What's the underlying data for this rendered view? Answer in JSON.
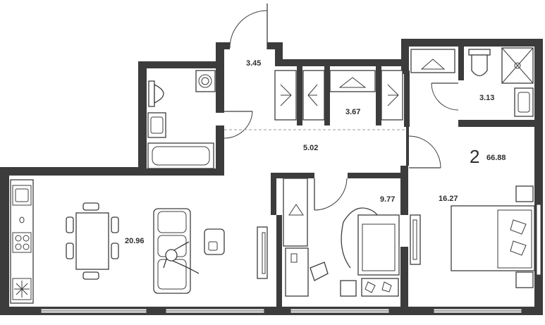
{
  "plan": {
    "room_count": "2",
    "total_area": "66.88",
    "rooms": {
      "living_kitchen": "20.96",
      "bedroom_small": "9.77",
      "bedroom_large": "16.27",
      "entrance": "3.45",
      "wardrobe": "3.67",
      "corridor": "5.02",
      "bathroom": "3.13"
    }
  }
}
